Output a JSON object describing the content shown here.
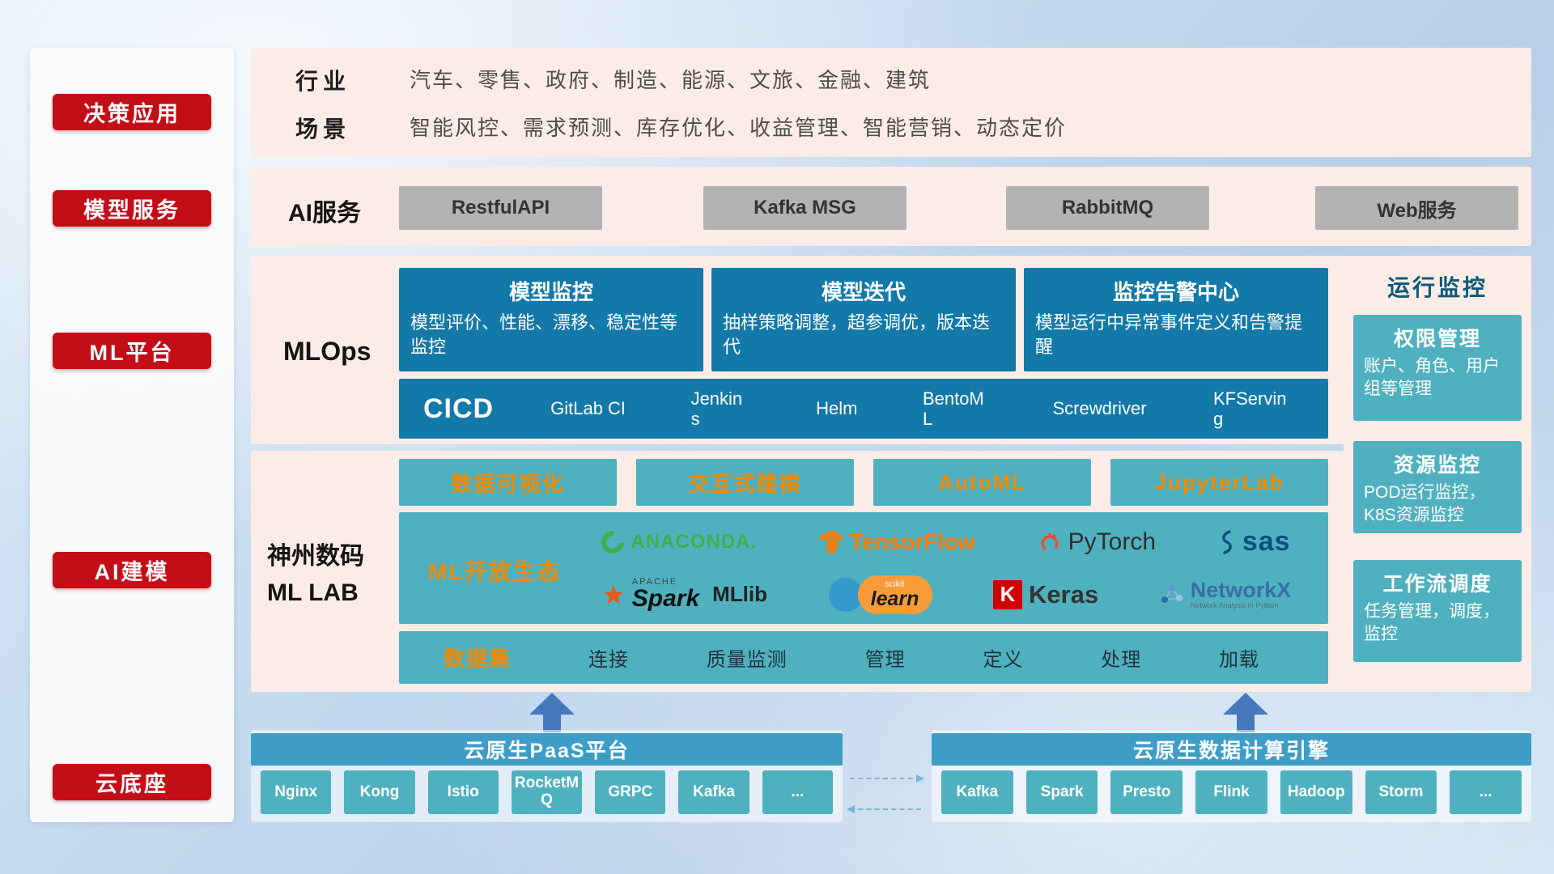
{
  "sidebar": {
    "items": [
      "决策应用",
      "模型服务",
      "ML平台",
      "AI建模",
      "云底座"
    ]
  },
  "panels": {
    "industry": {
      "rows": [
        {
          "label": "行业",
          "text": "汽车、零售、政府、制造、能源、文旅、金融、建筑"
        },
        {
          "label": "场景",
          "text": "智能风控、需求预测、库存优化、收益管理、智能营销、动态定价"
        }
      ]
    },
    "ai_service": {
      "label": "AI服务",
      "services": [
        "RestfulAPI",
        "Kafka MSG",
        "RabbitMQ",
        "Web服务"
      ]
    },
    "mlops": {
      "label": "MLOps",
      "cards": [
        {
          "title": "模型监控",
          "desc": "模型评价、性能、漂移、稳定性等监控"
        },
        {
          "title": "模型迭代",
          "desc": "抽样策略调整，超参调优，版本迭代"
        },
        {
          "title": "监控告警中心",
          "desc": "模型运行中异常事件定义和告警提醒"
        }
      ],
      "cicd_label": "CICD",
      "cicd_tools": [
        "GitLab CI",
        "Jenkins",
        "Helm",
        "BentoML",
        "Screwdriver",
        "KFServing"
      ]
    },
    "mllab": {
      "label_line1": "神州数码",
      "label_line2": "ML LAB",
      "tools": [
        "数据可视化",
        "交互式建模",
        "AutoML",
        "JupyterLab"
      ],
      "ecosystem_label": "ML开放生态",
      "logos": {
        "anaconda": "ANACONDA.",
        "tensorflow": "TensorFlow",
        "pytorch": "PyTorch",
        "sas": "sas",
        "spark_apache": "APACHE",
        "spark": "Spark",
        "mllib": "MLlib",
        "sklearn_top": "scikit",
        "sklearn": "learn",
        "keras_k": "K",
        "keras": "Keras",
        "networkx": "NetworkX",
        "networkx_sub": "Network Analysis in Python"
      },
      "dataset_label": "数据集",
      "dataset_items": [
        "连接",
        "质量监测",
        "管理",
        "定义",
        "处理",
        "加载"
      ]
    },
    "monitor": {
      "title": "运行监控",
      "cards": [
        {
          "title": "权限管理",
          "desc": "账户、角色、用户组等管理"
        },
        {
          "title": "资源监控",
          "desc": "POD运行监控，K8S资源监控"
        },
        {
          "title": "工作流调度",
          "desc": "任务管理，调度，监控"
        }
      ]
    }
  },
  "bottom": {
    "paas": {
      "title": "云原生PaaS平台",
      "items": [
        "Nginx",
        "Kong",
        "Istio",
        "RocketMQ",
        "GRPC",
        "Kafka",
        "..."
      ]
    },
    "engine": {
      "title": "云原生数据计算引擎",
      "items": [
        "Kafka",
        "Spark",
        "Presto",
        "Flink",
        "Hadoop",
        "Storm",
        "..."
      ]
    }
  },
  "colors": {
    "sidebar_red": "#c30d17",
    "panel_pink": "#fcece7",
    "deep_blue": "#1379a9",
    "teal": "#4fb1bf",
    "bar_teal": "#3e9dc6",
    "accent_orange": "#f28a00",
    "gray_button": "#b3b3b3",
    "arrow_blue": "#4679bb"
  }
}
